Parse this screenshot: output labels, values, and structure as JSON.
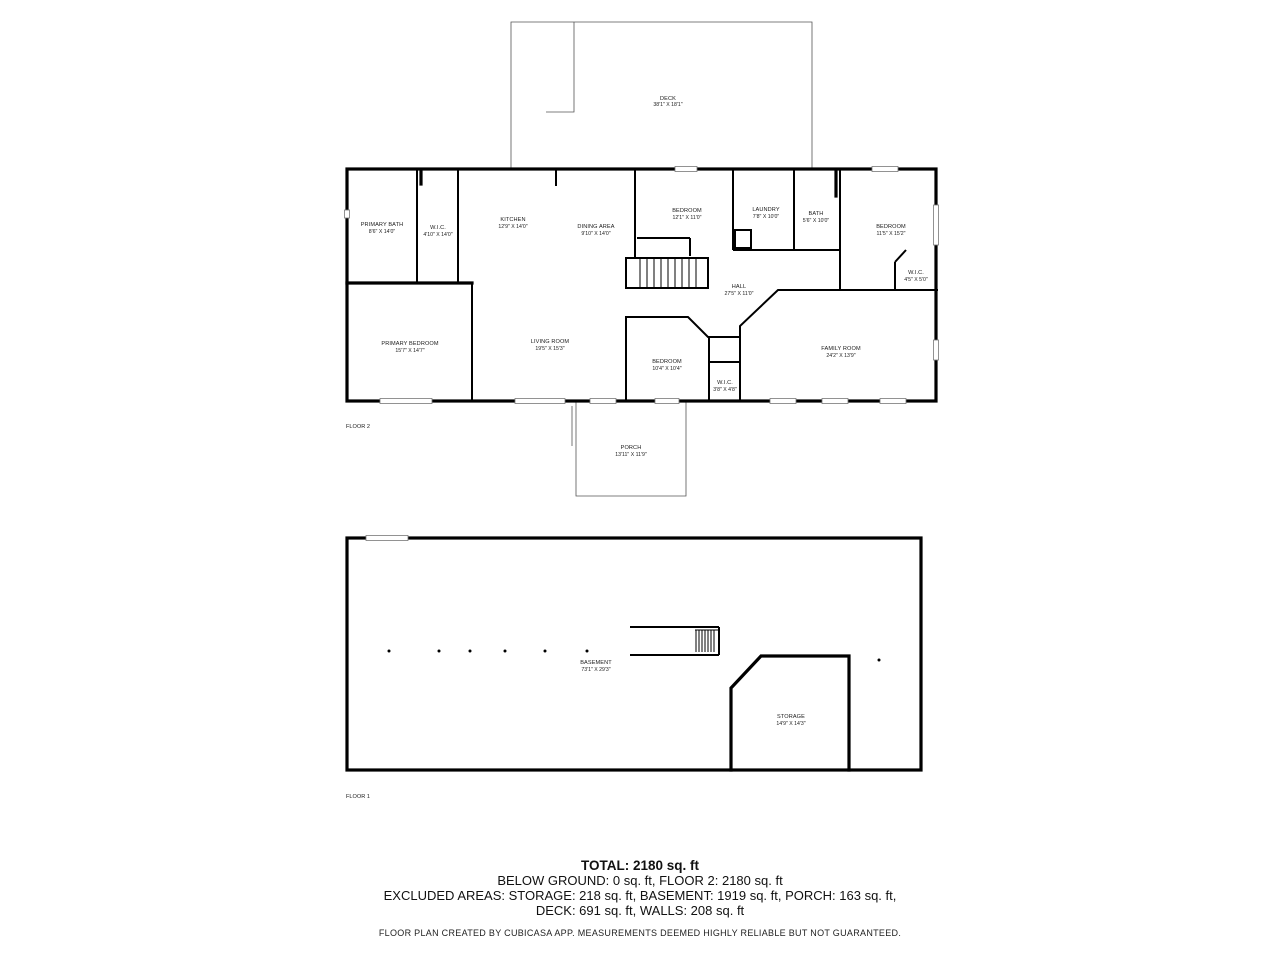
{
  "floors": [
    {
      "label": "FLOOR 2",
      "rooms": [
        {
          "name": "DECK",
          "dims": "38'1\" X 18'1\""
        },
        {
          "name": "PRIMARY BATH",
          "dims": "8'6\" X 14'0\""
        },
        {
          "name": "W.I.C.",
          "dims": "4'10\" X 14'0\""
        },
        {
          "name": "KITCHEN",
          "dims": "12'9\" X 14'0\""
        },
        {
          "name": "DINING AREA",
          "dims": "9'10\" X 14'0\""
        },
        {
          "name": "BEDROOM",
          "dims": "12'1\" X 11'0\""
        },
        {
          "name": "LAUNDRY",
          "dims": "7'8\" X 10'0\""
        },
        {
          "name": "BATH",
          "dims": "5'6\" X 10'0\""
        },
        {
          "name": "BEDROOM",
          "dims": "11'5\" X 15'2\""
        },
        {
          "name": "W.I.C.",
          "dims": "4'5\" X 5'0\""
        },
        {
          "name": "HALL",
          "dims": "27'5\" X 11'0\""
        },
        {
          "name": "PRIMARY BEDROOM",
          "dims": "15'7\" X 14'7\""
        },
        {
          "name": "LIVING ROOM",
          "dims": "19'5\" X 15'3\""
        },
        {
          "name": "BEDROOM",
          "dims": "10'4\" X 10'4\""
        },
        {
          "name": "W.I.C.",
          "dims": "3'8\" X 4'8\""
        },
        {
          "name": "FAMILY ROOM",
          "dims": "24'2\" X 13'9\""
        },
        {
          "name": "PORCH",
          "dims": "13'11\" X 11'9\""
        }
      ]
    },
    {
      "label": "FLOOR 1",
      "rooms": [
        {
          "name": "BASEMENT",
          "dims": "73'1\" X 29'3\""
        },
        {
          "name": "STORAGE",
          "dims": "14'9\" X 14'3\""
        }
      ]
    }
  ],
  "summary": {
    "total": "TOTAL: 2180 sq. ft",
    "line1": "BELOW GROUND: 0 sq. ft, FLOOR 2: 2180 sq. ft",
    "line2": "EXCLUDED AREAS: STORAGE: 218 sq. ft, BASEMENT: 1919 sq. ft, PORCH: 163 sq. ft,",
    "line3": "DECK: 691 sq. ft, WALLS: 208 sq. ft",
    "disclaimer": "FLOOR PLAN CREATED BY CUBICASA APP. MEASUREMENTS DEEMED HIGHLY RELIABLE BUT NOT GUARANTEED."
  },
  "colors": {
    "wall": "#000000",
    "background": "#ffffff"
  }
}
